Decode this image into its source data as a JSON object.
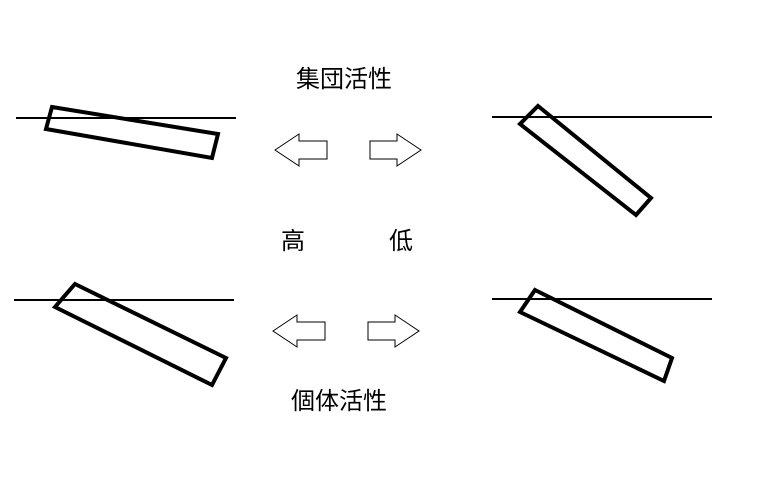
{
  "labels": {
    "top": "集団活性",
    "high": "高",
    "low": "低",
    "bottom": "個体活性"
  },
  "colors": {
    "stroke": "#000000",
    "fill": "#ffffff"
  }
}
